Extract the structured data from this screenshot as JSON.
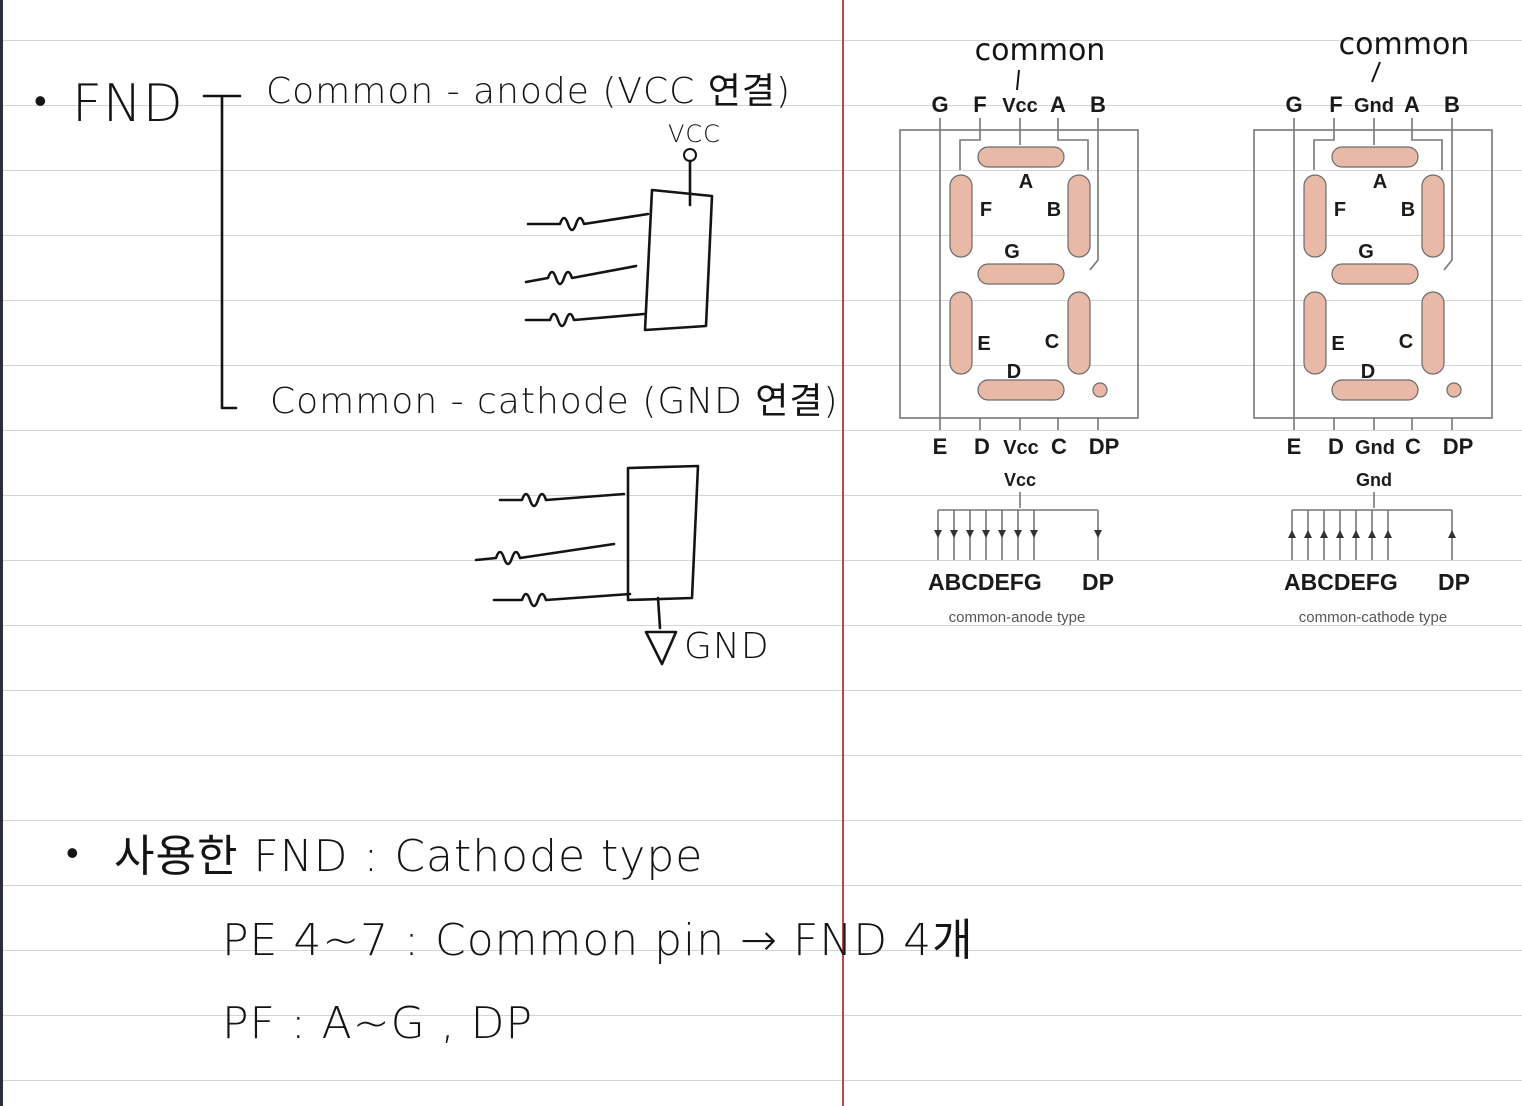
{
  "notes": {
    "bullet1": {
      "title": "FND",
      "anode_line": "Common - anode (VCC 연결)",
      "cathode_line": "Common - cathode (GND 연결)",
      "vcc_label": "VCC",
      "gnd_label": "GND"
    },
    "bullet2": {
      "line1": "사용한 FND : Cathode type",
      "line2": "PE 4~7 : Common pin → FND 4개",
      "line3": "PF : A~G , DP"
    }
  },
  "diagrams": {
    "anode": {
      "handwritten_common": "common",
      "top_pins": [
        "G",
        "F",
        "Vcc",
        "A",
        "B"
      ],
      "bottom_pins": [
        "E",
        "D",
        "Vcc",
        "C",
        "DP"
      ],
      "segments": [
        "A",
        "B",
        "C",
        "D",
        "E",
        "F",
        "G"
      ],
      "common_label": "Vcc",
      "row_label": "ABCDEFG",
      "dp_label": "DP",
      "caption": "common-anode type"
    },
    "cathode": {
      "handwritten_common": "common",
      "top_pins": [
        "G",
        "F",
        "Gnd",
        "A",
        "B"
      ],
      "bottom_pins": [
        "E",
        "D",
        "Gnd",
        "C",
        "DP"
      ],
      "segments": [
        "A",
        "B",
        "C",
        "D",
        "E",
        "F",
        "G"
      ],
      "common_label": "Gnd",
      "row_label": "ABCDEFG",
      "dp_label": "DP",
      "caption": "common-cathode type"
    }
  },
  "colors": {
    "margin_line": "#b84848",
    "segment_fill": "#e8b9a6",
    "ink": "#141414"
  }
}
